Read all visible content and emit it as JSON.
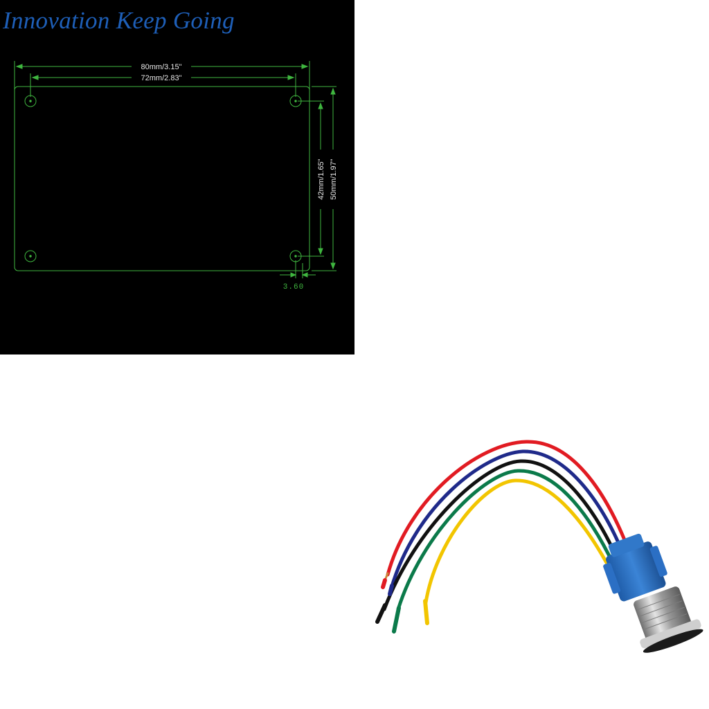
{
  "brand": {
    "tagline": "Innovation Keep Going",
    "color": "#1e5fb8"
  },
  "drawing": {
    "line_color": "#3fb63f",
    "dimensions": {
      "overall_width": "80mm/3.15\"",
      "hole_spacing_width": "72mm/2.83\"",
      "hole_spacing_height": "42mm/1.65\"",
      "overall_height": "50mm/1.97\"",
      "hole_offset": "3.60"
    }
  },
  "product": {
    "name": "wiring-harness-with-metal-switch",
    "wire_colors": [
      "#e11b22",
      "#1f2a8a",
      "#111111",
      "#0b7a4a",
      "#f2c500"
    ],
    "connector_color": "#2b6fc4",
    "body_color": "#b8b8b8"
  }
}
